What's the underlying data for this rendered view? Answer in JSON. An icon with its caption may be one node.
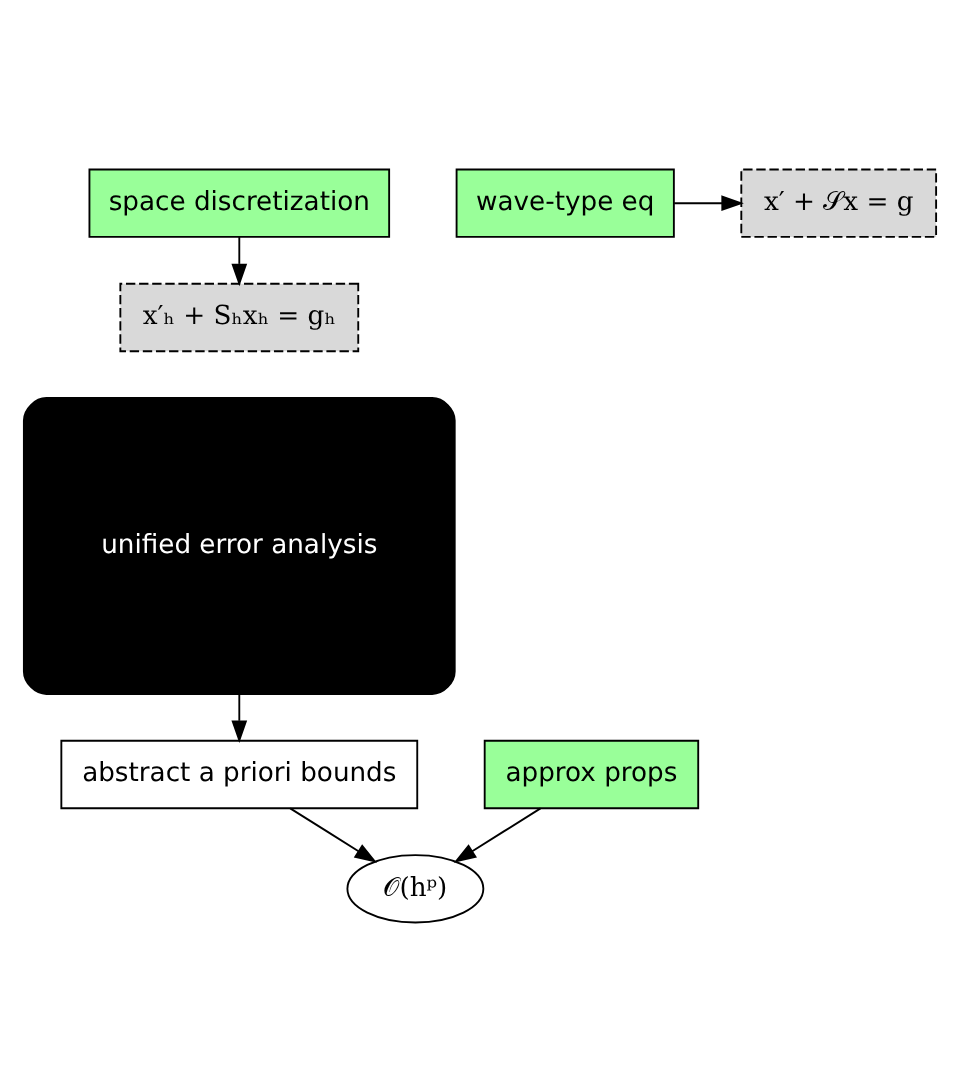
{
  "diagram": {
    "nodes": [
      {
        "text": [
          "space discretization"
        ]
      },
      {
        "text": [
          "unified error analysis"
        ]
      },
      {
        "text": [
          "x′ₕ + Sₕxₕ = gₕ"
        ]
      },
      {
        "text": [
          "wave-type eq"
        ]
      },
      {
        "text": [
          "x′ + 𝒮x = g"
        ]
      },
      {
        "text": [
          "abstract a priori bounds"
        ]
      },
      {
        "text": [
          "approx props"
        ]
      },
      {
        "text": [
          "𝒪(hᵖ)"
        ]
      }
    ],
    "edges": [
      {
        "from": 0,
        "to": 2,
        "arrow": "to"
      },
      {
        "from": 3,
        "to": 4,
        "arrow": "to"
      },
      {
        "from": 1,
        "to": 5,
        "arrow": "to"
      },
      {
        "from": 5,
        "to": 7,
        "arrow": "to"
      },
      {
        "from": 6,
        "to": 7,
        "arrow": "to"
      }
    ]
  }
}
